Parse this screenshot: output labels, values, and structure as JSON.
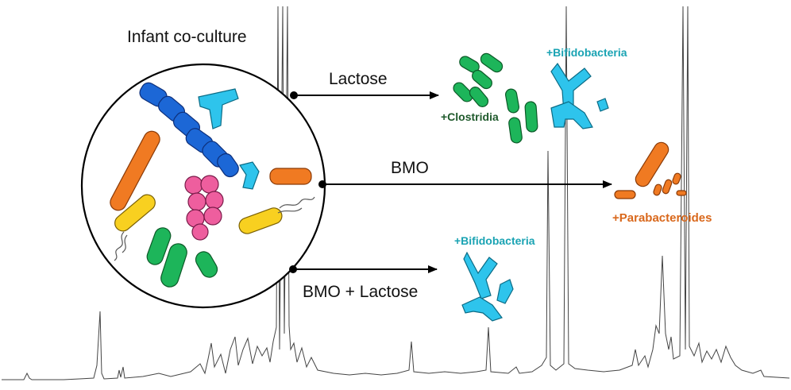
{
  "title": "Infant co-culture",
  "arrows": {
    "top": "Lactose",
    "middle": "BMO",
    "bottom": "BMO + Lactose"
  },
  "labels": {
    "clostridia": "+Clostridia",
    "bifido_top": "+Bifidobacteria",
    "parabacteroides": "+Parabacteroides",
    "bifido_bottom": "+Bifidobacteria"
  },
  "colors": {
    "clostridia": "#1db55a",
    "bifidobacteria": "#2ec4ec",
    "parabacteroides": "#f07a22",
    "bifido_text": "#1aa3b3",
    "clostridia_text": "#1f5a2c",
    "para_text": "#d9681c",
    "cocci": "#ee5e9e",
    "rod_blue": "#1c67d6",
    "rod_yellow": "#f8d020",
    "spectrum": "#444444"
  }
}
